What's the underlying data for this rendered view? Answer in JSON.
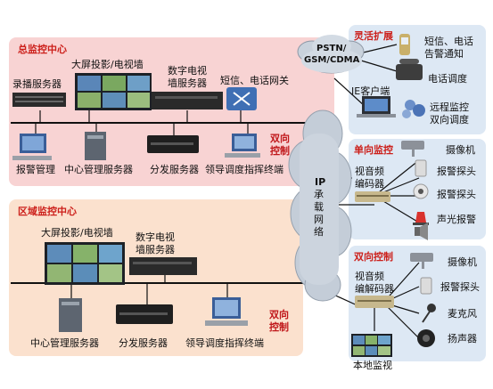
{
  "colors": {
    "center_panel": "#f8d3d3",
    "region_panel": "#fbe1ce",
    "right_panel": "#dde8f4",
    "title_red": "#cc1f1a",
    "cloud": "#c3ccd6"
  },
  "main_center": {
    "title": "总监控中心",
    "recording_server": "录播服务器",
    "video_wall": "大屏投影/电视墙",
    "digital_tv_wall_server_line1": "数字电视",
    "digital_tv_wall_server_line2": "墙服务器",
    "sms_phone_gateway": "短信、电话网关",
    "alarm_management": "报警管理",
    "central_management_server": "中心管理服务器",
    "distribution_server": "分发服务器",
    "command_terminal": "领导调度指挥终端",
    "two_way_line1": "双向",
    "two_way_line2": "控制"
  },
  "region_center": {
    "title": "区域监控中心",
    "video_wall": "大屏投影/电视墙",
    "digital_tv_wall_server_line1": "数字电视",
    "digital_tv_wall_server_line2": "墙服务器",
    "central_management_server": "中心管理服务器",
    "distribution_server": "分发服务器",
    "command_terminal": "领导调度指挥终端",
    "two_way_line1": "双向",
    "two_way_line2": "控制"
  },
  "cloud": {
    "ip_line1": "IP",
    "ip_line2": "承",
    "ip_line3": "载",
    "ip_line4": "网",
    "ip_line5": "络",
    "pstn_line1": "PSTN/",
    "pstn_line2": "GSM/CDMA"
  },
  "flexible": {
    "title": "灵活扩展",
    "sms_phone_line1": "短信、电话",
    "sms_phone_line2": "告警通知",
    "phone_dispatch": "电话调度",
    "ie_client": "IE客户端",
    "remote_line1": "远程监控",
    "remote_line2": "双向调度"
  },
  "one_way": {
    "title": "单向监控",
    "encoder_line1": "视音频",
    "encoder_line2": "编码器",
    "camera": "摄像机",
    "alarm_probe_1": "报警探头",
    "alarm_probe_2": "报警探头",
    "siren": "声光报警"
  },
  "two_way": {
    "title": "双向控制",
    "codec_line1": "视音频",
    "codec_line2": "编解码器",
    "camera": "摄像机",
    "alarm_probe": "报警探头",
    "microphone": "麦克风",
    "speaker": "扬声器",
    "local_monitor": "本地监视"
  }
}
